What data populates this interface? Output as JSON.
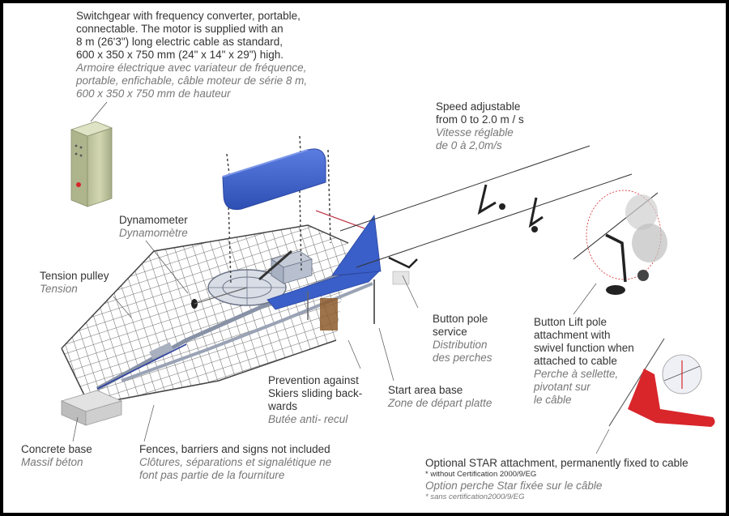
{
  "labels": {
    "switchgear": {
      "en": [
        "Switchgear with frequency converter, portable,",
        "connectable. The motor is supplied with an",
        "8 m (26'3\") long electric cable as standard,",
        "600 x 350 x 750 mm (24\" x 14\" x 29\") high."
      ],
      "fr": [
        "Armoire électrique  avec variateur de  fréquence,",
        "portable, enfichable, câble moteur de série 8 m,",
        "600 x 350 x 750 mm de hauteur"
      ]
    },
    "speed": {
      "en": [
        "Speed adjustable",
        "from 0 to 2.0 m / s"
      ],
      "fr": [
        "Vitesse réglable",
        "de 0 à 2,0m/s"
      ]
    },
    "dynamometer": {
      "en": [
        "Dynamometer"
      ],
      "fr": [
        "Dynamomètre"
      ]
    },
    "tension": {
      "en": [
        "Tension pulley"
      ],
      "fr": [
        "Tension"
      ]
    },
    "button_service": {
      "en": [
        "Button pole",
        "service"
      ],
      "fr": [
        "Distribution",
        "des perches"
      ]
    },
    "button_lift": {
      "en": [
        "Button Lift pole",
        "attachment with",
        "swivel function when",
        "attached to cable"
      ],
      "fr": [
        "Perche à sellette,",
        "pivotant sur",
        "le câble"
      ]
    },
    "prevention": {
      "en": [
        "Prevention against",
        "Skiers sliding back-",
        "wards"
      ],
      "fr": [
        "Butée anti- recul"
      ]
    },
    "start_area": {
      "en": [
        "Start area base"
      ],
      "fr": [
        "Zone de départ platte"
      ]
    },
    "concrete": {
      "en": [
        "Concrete base"
      ],
      "fr": [
        "Massif béton"
      ]
    },
    "fences": {
      "en": [
        "Fences, barriers and signs not included"
      ],
      "fr": [
        "Clôtures, séparations et signalétique ne",
        "font pas partie de la fourniture"
      ]
    },
    "star": {
      "en": [
        "Optional STAR attachment, permanently fixed to cable"
      ],
      "note_en": "* without Certification 2000/9/EG",
      "fr": [
        "Option perche Star fixée sur le câble"
      ],
      "note_fr": "* sans certification2000/9/EG"
    }
  },
  "colors": {
    "blue": "#3a5fc8",
    "red": "#d8262b",
    "cabinet": "#c9cfa7"
  }
}
